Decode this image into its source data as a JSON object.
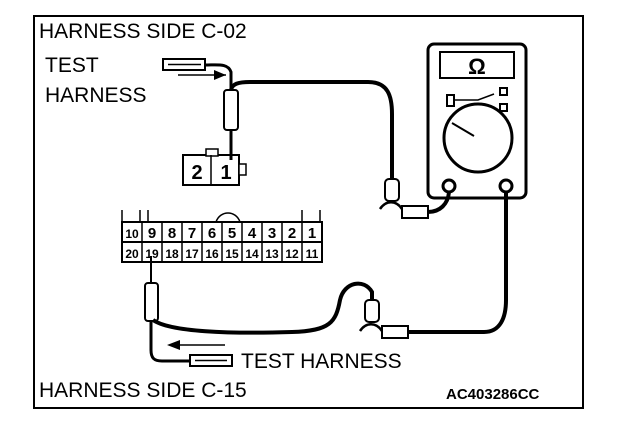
{
  "labels": {
    "title_top": "HARNESS SIDE C-02",
    "test_1": "TEST",
    "harness_1": "HARNESS",
    "test_harness_bottom": "TEST HARNESS",
    "title_bottom": "HARNESS SIDE C-15",
    "figure_code": "AC403286CC"
  },
  "meter": {
    "symbol": "Ω"
  },
  "connector_c02": {
    "pins": [
      "2",
      "1"
    ]
  },
  "connector_c15": {
    "top_row": [
      "10",
      "9",
      "8",
      "7",
      "6",
      "5",
      "4",
      "3",
      "2",
      "1"
    ],
    "bottom_row": [
      "20",
      "19",
      "18",
      "17",
      "16",
      "15",
      "14",
      "13",
      "12",
      "11"
    ]
  }
}
